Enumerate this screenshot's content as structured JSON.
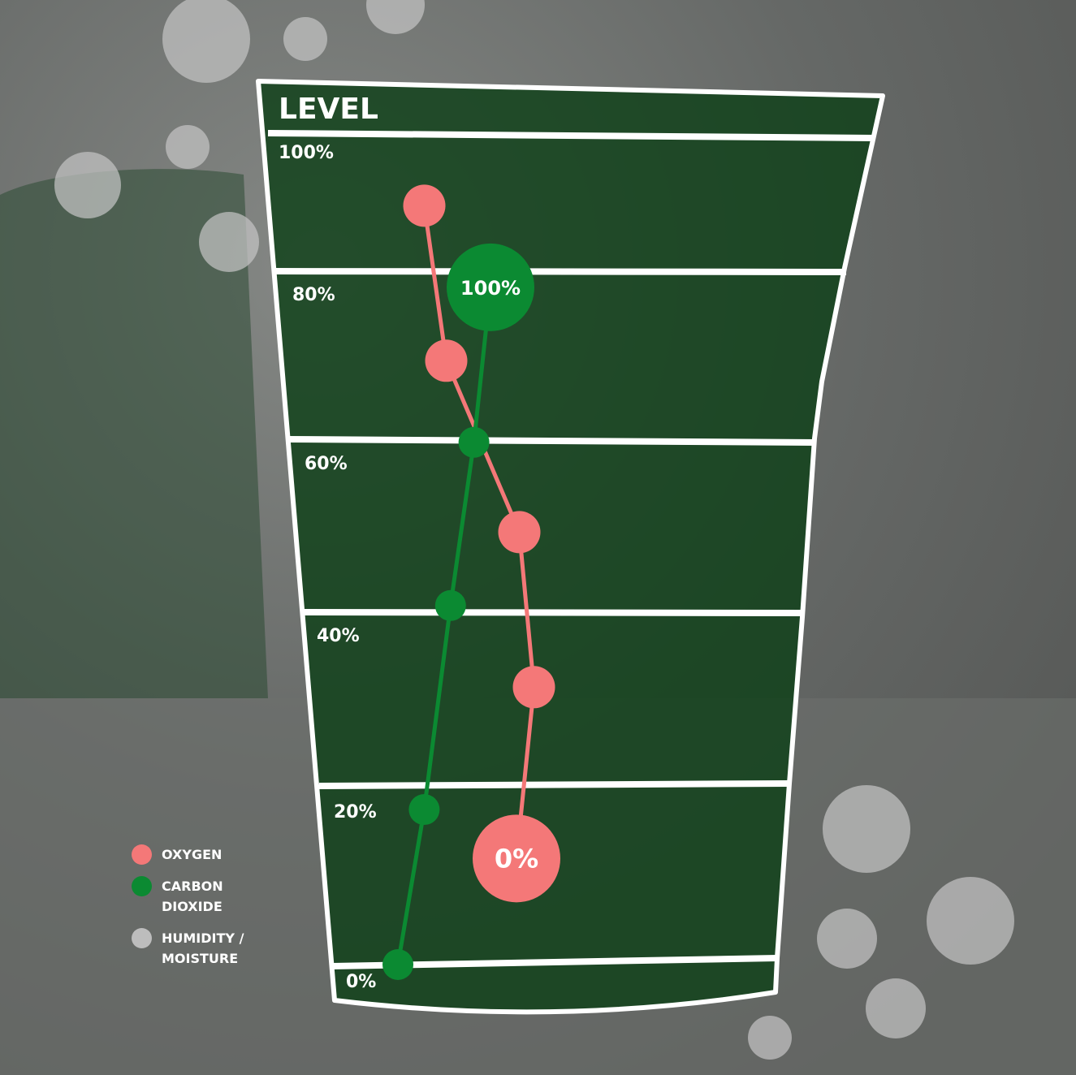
{
  "chart_data": {
    "type": "line",
    "title": "LEVEL",
    "y_axis": {
      "ticks": [
        "100%",
        "80%",
        "60%",
        "40%",
        "20%",
        "0%"
      ]
    },
    "series": [
      {
        "name": "OXYGEN",
        "color": "#f47878",
        "points": [
          {
            "level_percent": 93,
            "value_percent": 15
          },
          {
            "level_percent": 74,
            "value_percent": 21
          },
          {
            "level_percent": 53,
            "value_percent": 41
          },
          {
            "level_percent": 34,
            "value_percent": 45
          },
          {
            "level_percent": 13,
            "value_percent": 0,
            "label": "0%"
          }
        ]
      },
      {
        "name": "CARBON DIOXIDE",
        "color": "#0b8a32",
        "points": [
          {
            "level_percent": 83,
            "value_percent": 100,
            "label": "100%"
          },
          {
            "level_percent": 64,
            "value_percent": 83
          },
          {
            "level_percent": 44,
            "value_percent": 59
          },
          {
            "level_percent": 19,
            "value_percent": 32
          },
          {
            "level_percent": 0,
            "value_percent": 5
          }
        ]
      }
    ]
  },
  "legend": [
    {
      "label": "OXYGEN",
      "color": "#f47878"
    },
    {
      "label": "CARBON DIOXIDE",
      "color": "#0b8a32"
    },
    {
      "label": "HUMIDITY / MOISTURE",
      "color": "#bdbdbd"
    }
  ],
  "colors": {
    "background": "#5f615f",
    "bag_fill": "#0e3f17",
    "outline": "#ffffff",
    "bubble": "#c4c4c4"
  }
}
